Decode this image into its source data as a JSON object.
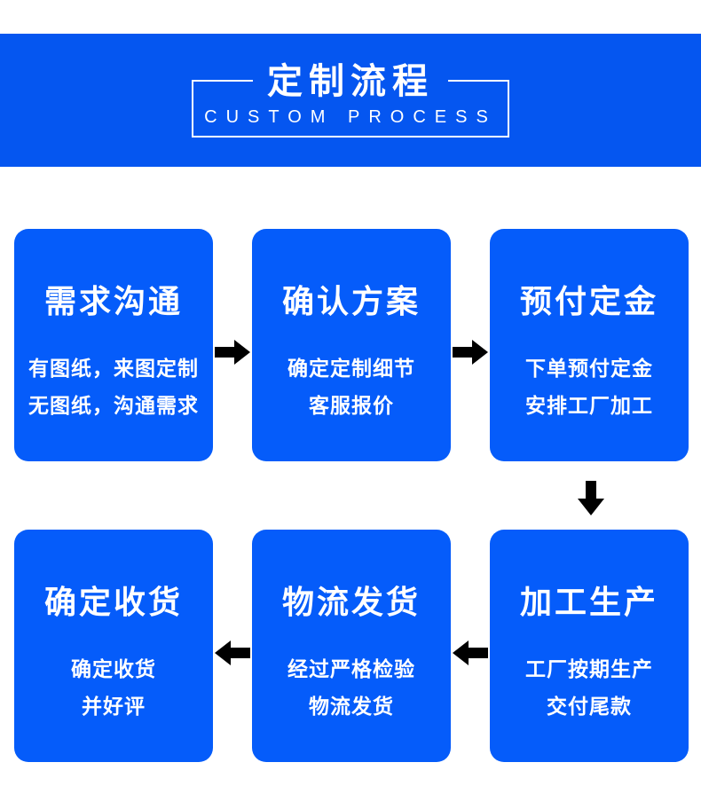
{
  "header": {
    "bg_color": "#0556f0",
    "title": "定制流程",
    "subtitle": "CUSTOM PROCESS"
  },
  "flow": {
    "card_color": "#055cfa",
    "arrow_color": "#000000",
    "steps": [
      {
        "title": "需求沟通",
        "line1": "有图纸，来图定制",
        "line2": "无图纸，沟通需求"
      },
      {
        "title": "确认方案",
        "line1": "确定定制细节",
        "line2": "客服报价"
      },
      {
        "title": "预付定金",
        "line1": "下单预付定金",
        "line2": "安排工厂加工"
      },
      {
        "title": "加工生产",
        "line1": "工厂按期生产",
        "line2": "交付尾款"
      },
      {
        "title": "物流发货",
        "line1": "经过严格检验",
        "line2": "物流发货"
      },
      {
        "title": "确定收货",
        "line1": "确定收货",
        "line2": "并好评"
      }
    ]
  }
}
